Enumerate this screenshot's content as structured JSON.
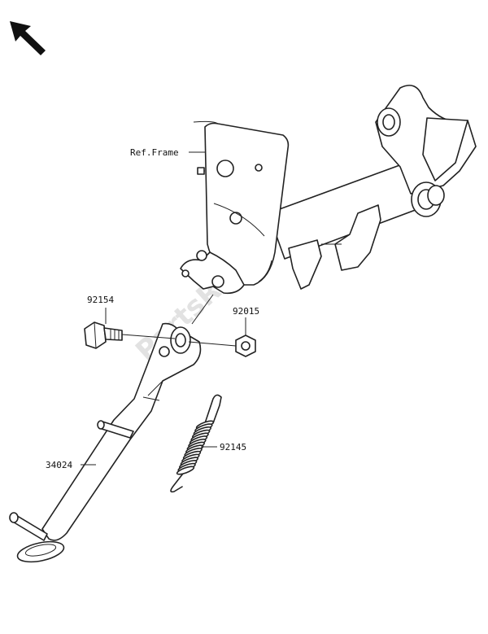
{
  "labels": {
    "ref_frame": "Ref.Frame",
    "bolt": "92154",
    "nut": "92015",
    "spring": "92145",
    "stand": "34024"
  },
  "watermark": "PartsRepublik",
  "colors": {
    "line": "#222222",
    "background": "#ffffff",
    "watermark": "#cccccc"
  },
  "icons": {
    "orientation": "arrow-up-left-icon"
  }
}
